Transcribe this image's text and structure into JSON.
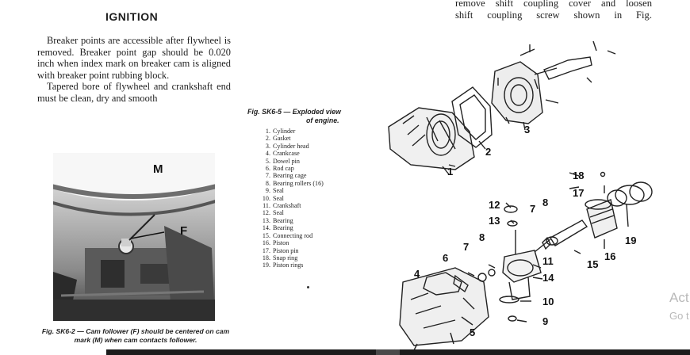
{
  "left_column": {
    "heading": "IGNITION",
    "paragraph_1": "Breaker points are accessible after flywheel is removed. Breaker point gap should be 0.020 inch when index mark on breaker cam is aligned with breaker point rubbing block.",
    "paragraph_2": "Tapered bore of flywheel and crankshaft end must be clean, dry and smooth"
  },
  "top_right_text": {
    "line_1": "remove shift coupling cover and loosen",
    "line_2": "shift coupling screw shown in Fig."
  },
  "photo": {
    "label_m": "M",
    "label_f": "F",
    "caption": "Fig. SK6-2 — Cam follower (F) should be centered on cam mark (M) when cam contacts follower."
  },
  "exploded_figure": {
    "title_line_1": "Fig. SK6-5 — Exploded view",
    "title_line_2": "of engine.",
    "parts": [
      {
        "num": "1.",
        "name": "Cylinder"
      },
      {
        "num": "2.",
        "name": "Gasket"
      },
      {
        "num": "3.",
        "name": "Cylinder head"
      },
      {
        "num": "4.",
        "name": "Crankcase"
      },
      {
        "num": "5.",
        "name": "Dowel pin"
      },
      {
        "num": "6.",
        "name": "Rod cap"
      },
      {
        "num": "7.",
        "name": "Bearing cage"
      },
      {
        "num": "8.",
        "name": "Bearing rollers (16)"
      },
      {
        "num": "9.",
        "name": "Seal"
      },
      {
        "num": "10.",
        "name": "Seal"
      },
      {
        "num": "11.",
        "name": "Crankshaft"
      },
      {
        "num": "12.",
        "name": "Seal"
      },
      {
        "num": "13.",
        "name": "Bearing"
      },
      {
        "num": "14.",
        "name": "Bearing"
      },
      {
        "num": "15.",
        "name": "Connecting rod"
      },
      {
        "num": "16.",
        "name": "Piston"
      },
      {
        "num": "17.",
        "name": "Piston pin"
      },
      {
        "num": "18.",
        "name": "Snap ring"
      },
      {
        "num": "19.",
        "name": "Piston rings"
      }
    ],
    "callouts": {
      "c1": "1",
      "c2": "2",
      "c3": "3",
      "c4": "4",
      "c5": "5",
      "c6": "6",
      "c7a": "7",
      "c7b": "7",
      "c8a": "8",
      "c8b": "8",
      "c9": "9",
      "c10": "10",
      "c11": "11",
      "c12": "12",
      "c13": "13",
      "c14": "14",
      "c15": "15",
      "c16": "16",
      "c17": "17",
      "c18": "18",
      "c19": "19"
    }
  },
  "watermark": {
    "line_1": "Act",
    "line_2": "Go t"
  },
  "colors": {
    "text": "#1e1e1e",
    "photo_bg": "#8e8e8e",
    "watermark": "#b9b9b9",
    "taskbar": "#1c1c1c"
  }
}
